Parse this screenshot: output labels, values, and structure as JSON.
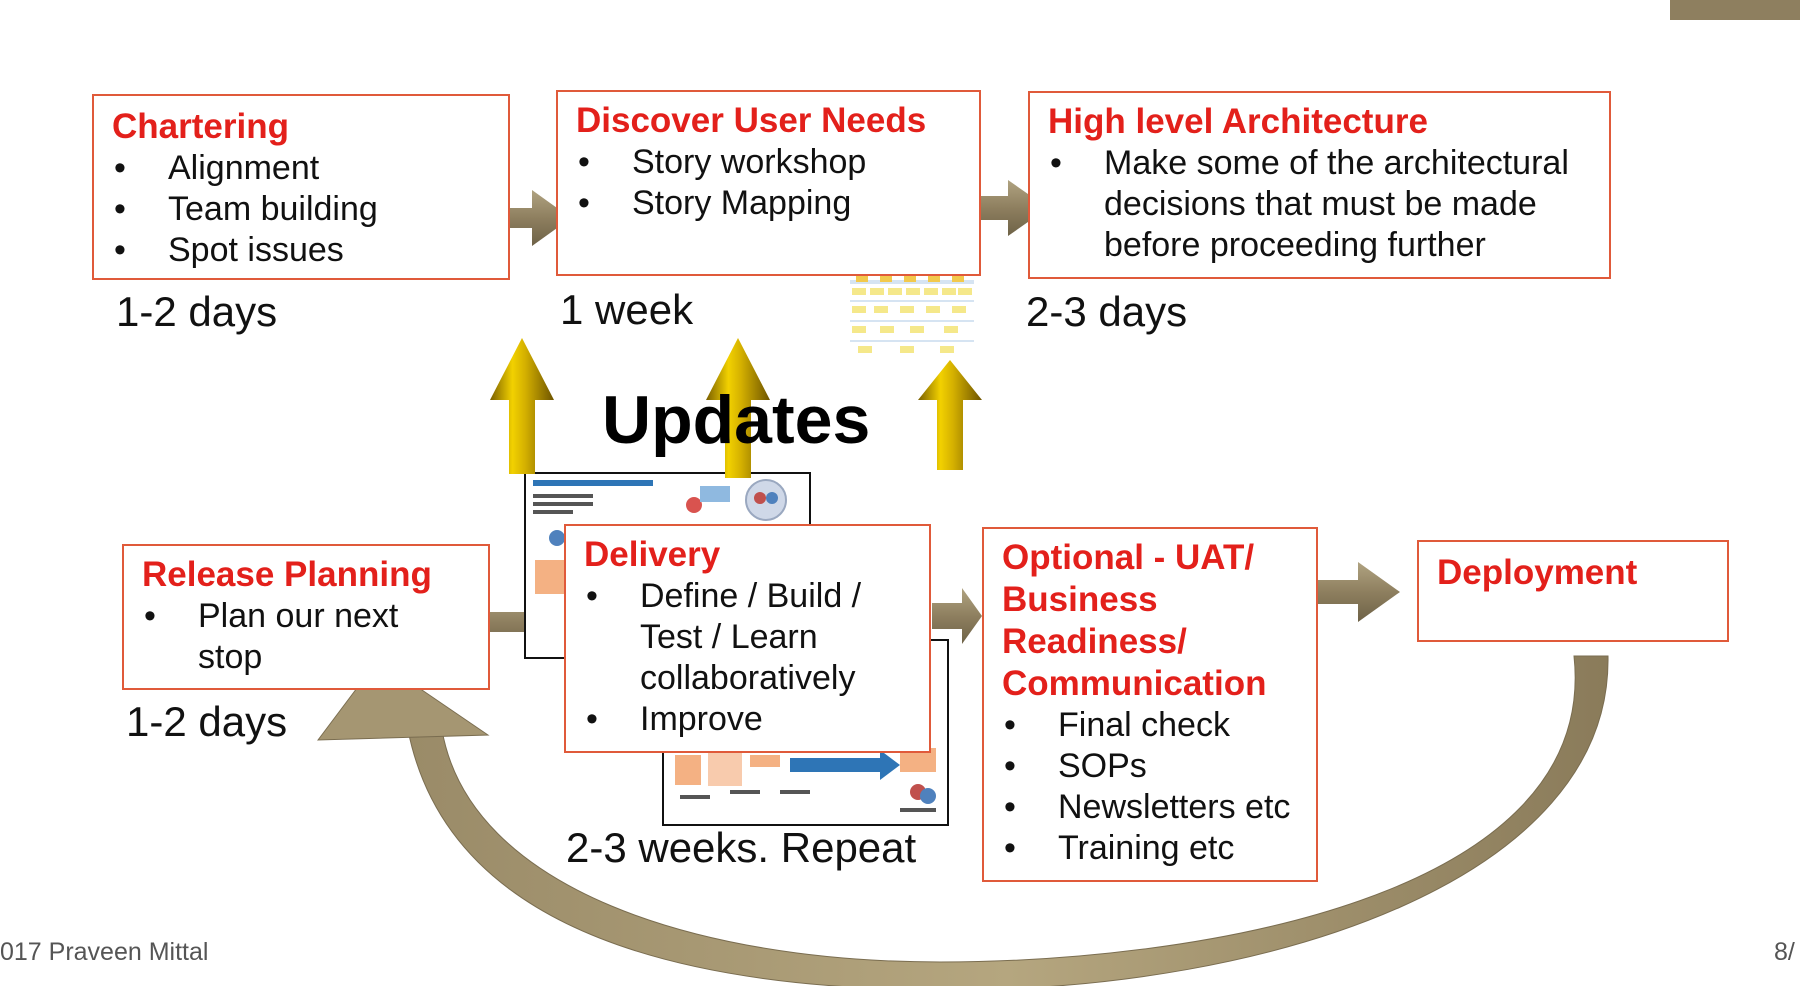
{
  "boxes": {
    "chartering": {
      "title": "Chartering",
      "items": [
        "Alignment",
        "Team  building",
        "Spot issues"
      ],
      "duration": "1-2 days"
    },
    "discover": {
      "title": "Discover User Needs",
      "items": [
        "Story workshop",
        "Story Mapping"
      ],
      "duration": "1 week"
    },
    "architecture": {
      "title": "High level Architecture",
      "items": [
        "Make some of the architectural decisions that must be made before proceeding further"
      ],
      "duration": "2-3 days"
    },
    "release": {
      "title": "Release Planning",
      "items": [
        "Plan our next stop"
      ],
      "duration": "1-2 days"
    },
    "delivery": {
      "title": "Delivery",
      "items": [
        "Define / Build / Test / Learn collaboratively",
        "Improve"
      ],
      "duration": "2-3 weeks. Repeat"
    },
    "optional": {
      "title": "Optional - UAT/ Business Readiness/ Communication",
      "items": [
        "Final check",
        "SOPs",
        "Newsletters etc",
        "Training etc"
      ]
    },
    "deployment": {
      "title": "Deployment"
    }
  },
  "updates_label": "Updates",
  "footer": {
    "copyright": "017 Praveen Mittal",
    "page": "8/"
  },
  "colors": {
    "box_border": "#e05a3a",
    "title_red": "#e3201b",
    "arrow_gray": "#8e7f5f",
    "arrow_gold": "#c8a000"
  },
  "icons": {
    "flow_arrow": "right-arrow-icon",
    "updates_arrow": "up-arrow-icon",
    "loop_arrow": "curved-return-arrow-icon"
  }
}
